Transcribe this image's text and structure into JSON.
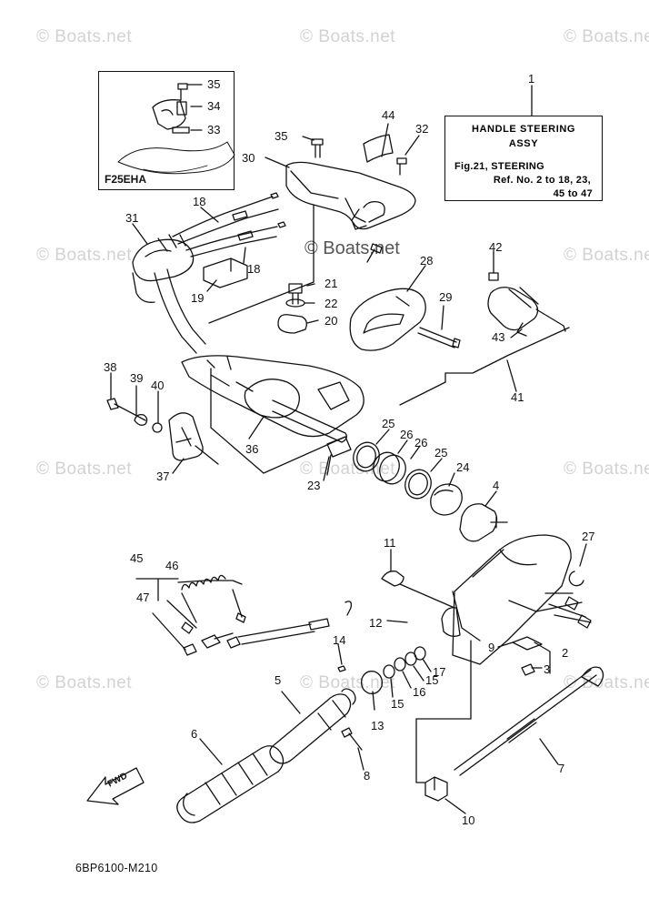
{
  "watermark": {
    "text": "© Boats.net",
    "center_text": "© Boats.net"
  },
  "inset": {
    "label": "F25EHA",
    "callouts": [
      "35",
      "34",
      "33"
    ]
  },
  "note": {
    "callout": "1",
    "title_line1": "HANDLE STEERING",
    "title_line2": "ASSY",
    "fig_line": "Fig.21, STEERING",
    "ref_line1": "Ref. No. 2 to 18, 23,",
    "ref_line2": "45 to 47"
  },
  "callouts": {
    "c44": "44",
    "c35": "35",
    "c32": "32",
    "c30": "30",
    "c18a": "18",
    "c31": "31",
    "c18b": "18",
    "c19": "19",
    "c42": "42",
    "c28": "28",
    "c21": "21",
    "c22": "22",
    "c20": "20",
    "c29": "29",
    "c43": "43",
    "c41": "41",
    "c38": "38",
    "c39": "39",
    "c40": "40",
    "c37": "37",
    "c36": "36",
    "c23": "23",
    "c25a": "25",
    "c26a": "26",
    "c26b": "26",
    "c25b": "25",
    "c24": "24",
    "c4": "4",
    "c11": "11",
    "c27": "27",
    "c45": "45",
    "c46": "46",
    "c47": "47",
    "c12": "12",
    "c9": "9",
    "c2": "2",
    "c3": "3",
    "c14": "14",
    "c5": "5",
    "c17": "17",
    "c15a": "15",
    "c16": "16",
    "c15b": "15",
    "c13": "13",
    "c6": "6",
    "c8": "8",
    "c7": "7",
    "c10": "10"
  },
  "fwd_label": "FWD",
  "diagram_code": "6BP6100-M210"
}
